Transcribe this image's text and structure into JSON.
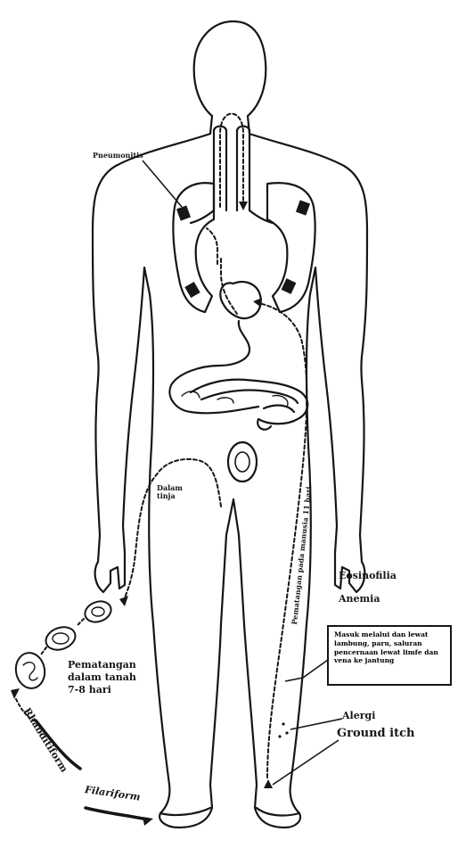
{
  "labels": {
    "pneumonitis": "Pneumonitis",
    "tinja": "Dalam tinja",
    "pematangan_tanah_1": "Pematangan",
    "pematangan_tanah_2": "dalam tanah",
    "pematangan_tanah_3": "7-8 hari",
    "rhabditiform": "Rhabditiform",
    "filariform": "Filariform",
    "eosinofilia": "Eosinofilia",
    "anemia": "Anemia",
    "pematangan_usus": "Pematangan pada manusia 11 hari",
    "box_text": "Masuk melalui dan lewat lambung, paru, saluran pencernaan lewat limfe dan vena ke jantung",
    "alergi": "Alergi",
    "ground_itch": "Ground itch"
  },
  "colors": {
    "ink": "#161616",
    "paper": "#ffffff"
  }
}
